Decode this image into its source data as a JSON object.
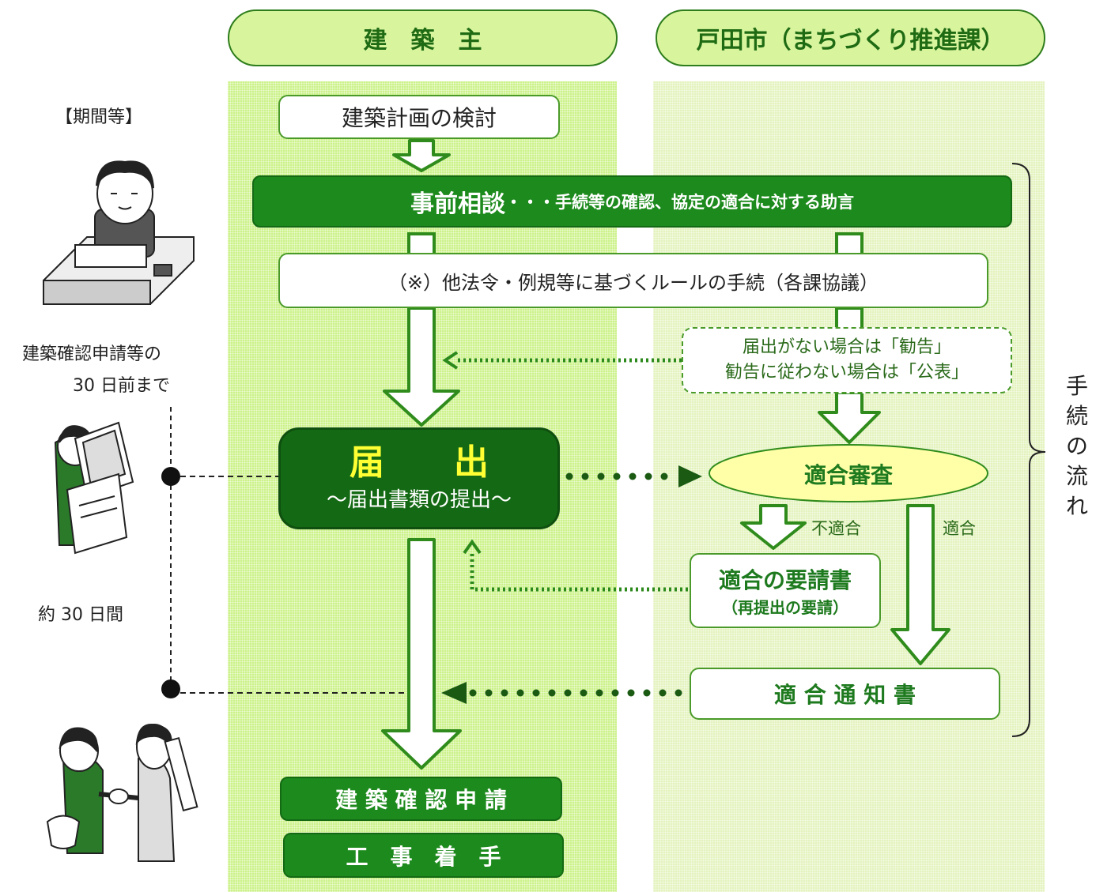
{
  "headers": {
    "builder": "建　築　主",
    "city": "戸田市（まちづくり推進課）"
  },
  "period_label": "【期間等】",
  "timeline": {
    "deadline_line1": "建築確認申請等の",
    "deadline_line2": "30 日前まで",
    "duration": "約 30 日間"
  },
  "steps": {
    "plan": "建築計画の検討",
    "consult_main": "事前相談",
    "consult_sub": "・・・手続等の確認、協定の適合に対する助言",
    "other_rules": "（※）他法令・例規等に基づくルールの手続（各課協議）",
    "notify_title": "届　　出",
    "notify_sub": "～届出書類の提出～",
    "warning_line1": "届出がない場合は「勧告」",
    "warning_line2": "勧告に従わない場合は「公表」",
    "review": "適合審査",
    "nonconform": "不適合",
    "conform": "適合",
    "request_title": "適合の要請書",
    "request_sub": "（再提出の要請）",
    "conform_notice": "適 合 通 知 書",
    "permit": "建 築 確 認 申 請",
    "construction": "工　事　着　手"
  },
  "flow_label": [
    "手",
    "続",
    "の",
    "流",
    "れ"
  ],
  "colors": {
    "dark_green": "#1c8a1c",
    "column_bg": "#ccf28a",
    "highlight_yellow": "#ffff33"
  }
}
